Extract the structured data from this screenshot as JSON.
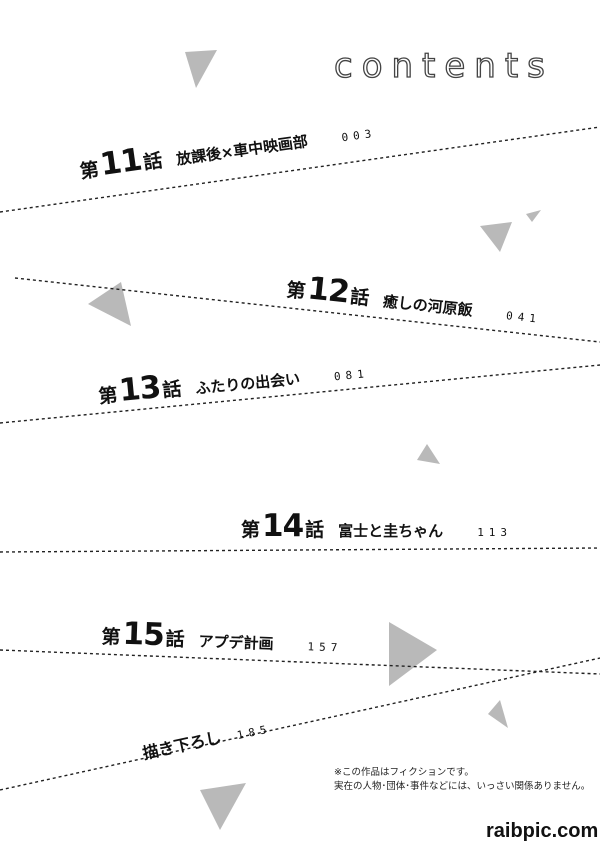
{
  "title": "contents",
  "chapters": [
    {
      "prefix": "第",
      "number": "11",
      "suffix": "話",
      "title": "放課後×車中映画部",
      "page": "003"
    },
    {
      "prefix": "第",
      "number": "12",
      "suffix": "話",
      "title": "癒しの河原飯",
      "page": "041"
    },
    {
      "prefix": "第",
      "number": "13",
      "suffix": "話",
      "title": "ふたりの出会い",
      "page": "081"
    },
    {
      "prefix": "第",
      "number": "14",
      "suffix": "話",
      "title": "富士と圭ちゃん",
      "page": "113"
    },
    {
      "prefix": "第",
      "number": "15",
      "suffix": "話",
      "title": "アプデ計画",
      "page": "157"
    }
  ],
  "extra": {
    "title": "描き下ろし",
    "page": "185"
  },
  "notice": {
    "line1": "※この作品はフィクションです。",
    "line2": "実在の人物･団体･事件などには、いっさい関係ありません。"
  },
  "watermark": "raibpic.com",
  "colors": {
    "line": "#222222",
    "triangle": "#b9b9b9",
    "text": "#111111"
  }
}
